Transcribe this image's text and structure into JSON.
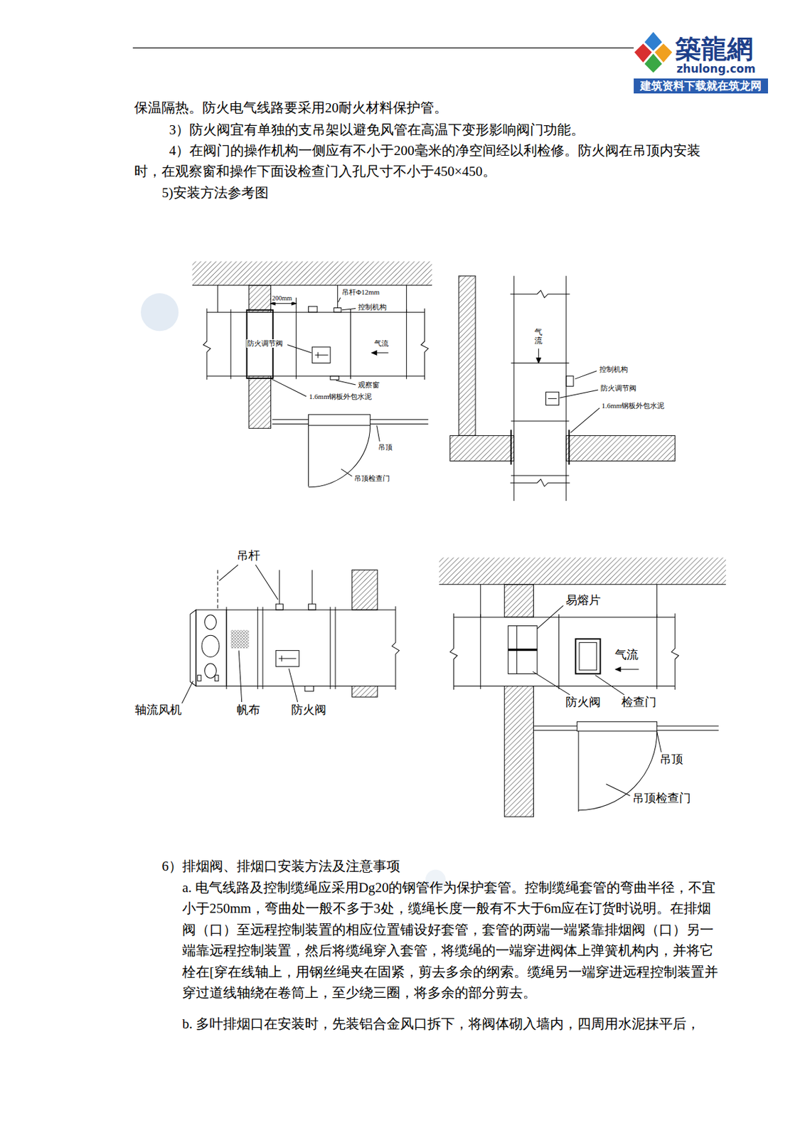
{
  "diagram": {
    "nodes": [
      {
        "text": [
          "建筑资料下载就在筑龙网"
        ]
      }
    ],
    "labels": [
      "築龍網",
      "zhulong.com",
      "保温隔热。防火电气线路要采用20耐火材料保护管。",
      "3）防火阀宜有单独的支吊架以避免风管在高温下变形影响阀门功能。",
      "4）在阀门的操作机构一侧应有不小于200毫米的净空间经以利检修。防火阀在吊顶内安装时，在观察窗和操作下面设检查门入孔尺寸不小于450×450。",
      "5)安装方法参考图",
      "200mm",
      "吊杆Φ12mm",
      "控制机构",
      "防火调节阀",
      "气流",
      "观察窗",
      "1.6mm钢板外包水泥",
      "吊顶",
      "吊顶检查门",
      "气流",
      "控制机构",
      "防火调节阀",
      "1.6mm钢板外包水泥",
      "吊杆",
      "轴流风机",
      "帆布",
      "防火阀",
      "易熔片",
      "气流",
      "防火阀",
      "检查门",
      "吊顶",
      "吊顶检查门",
      "6）排烟阀、排烟口安装方法及注意事项",
      "a. 电气线路及控制缆绳应采用Dg20的钢管作为保护套管。控制缆绳套管的弯曲半径，不宜小于250mm，弯曲处一般不多于3处，缆绳长度一般有不大于6m应在订货时说明。在排烟阀（口）至远程控制装置的相应位置铺设好套管，套管的两端一端紧靠排烟阀（口）另一端靠远程控制装置，然后将缆绳穿入套管，将缆绳的一端穿进阀体上弹簧机构内，并将它栓在[穿在线轴上，用钢丝绳夹在固紧，剪去多余的纲索。缆绳另一端穿进远程控制装置并穿过道线轴绕在卷筒上，至少绕三圈，将多余的部分剪去。",
      "b. 多叶排烟口在安装时，先装铝合金风口拆下，将阀体砌入墙内，四周用水泥抹平后，"
    ]
  }
}
